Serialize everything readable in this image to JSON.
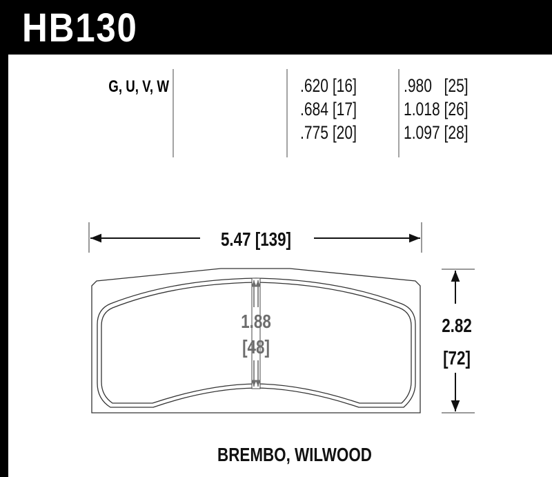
{
  "part_number": "HB130",
  "compounds": "G, U, V, W",
  "thickness_col1": [
    ".620 [16]",
    ".684 [17]",
    ".775 [20]"
  ],
  "thickness_col2": [
    ".980   [25]",
    "1.018 [26]",
    "1.097 [28]"
  ],
  "width_dim": "5.47 [139]",
  "height_dim": {
    "inch": "2.82",
    "mm": "[72]"
  },
  "friction_height_dim": {
    "inch": "1.88",
    "mm": "[48]"
  },
  "applications": "BREMBO, WILWOOD",
  "colors": {
    "header": "#000000",
    "line": "#222222",
    "gray_dim": "#6d6d6d"
  }
}
